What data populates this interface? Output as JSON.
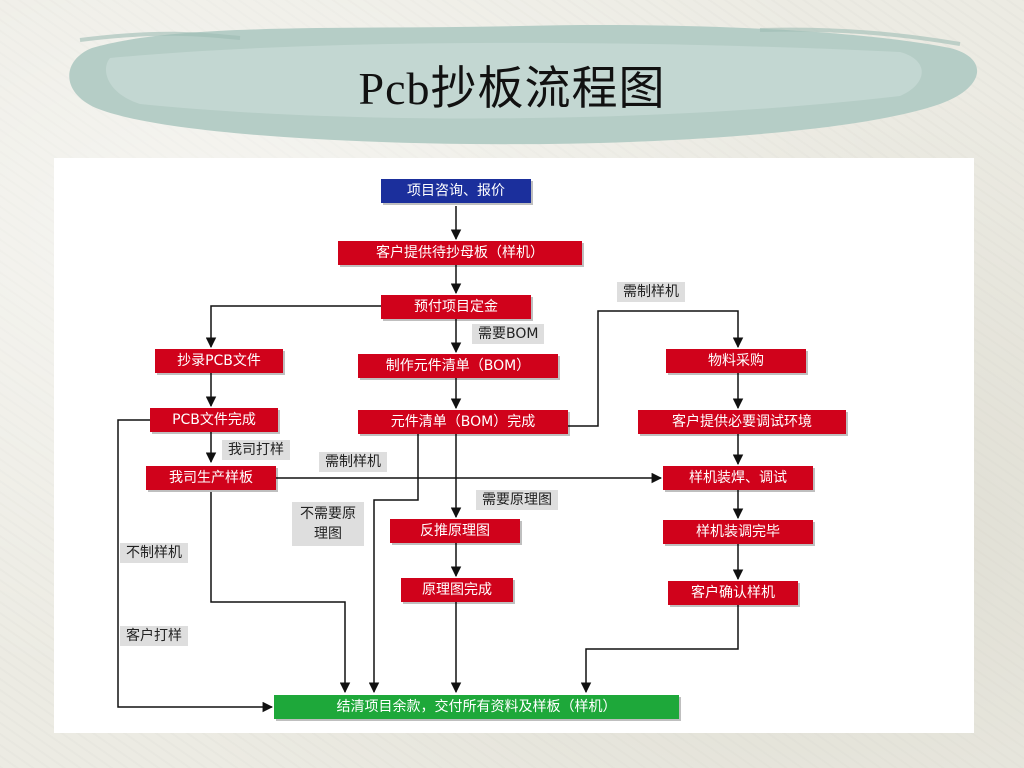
{
  "slide": {
    "title": "Pcb抄板流程图"
  },
  "flow": {
    "nodes": {
      "consult": "项目咨询、报价",
      "provide_board": "客户提供待抄母板（样机）",
      "deposit": "预付项目定金",
      "copy_pcb": "抄录PCB文件",
      "make_bom": "制作元件清单（BOM）",
      "purchase": "物料采购",
      "pcb_done": "PCB文件完成",
      "bom_done": "元件清单（BOM）完成",
      "env": "客户提供必要调试环境",
      "produce": "我司生产样板",
      "solder": "样机装焊、调试",
      "reverse": "反推原理图",
      "assemble_done": "样机装调完毕",
      "schematic_done": "原理图完成",
      "confirm": "客户确认样机",
      "settle": "结清项目余款，交付所有资料及样板（样机）"
    },
    "labels": {
      "need_sample_top": "需制样机",
      "need_bom": "需要BOM",
      "we_sample": "我司打样",
      "need_sample_mid": "需制样机",
      "need_schematic": "需要原理图",
      "no_schematic": "不需要原理图",
      "no_sample": "不制样机",
      "client_sample": "客户打样"
    },
    "colors": {
      "process": "#d0021b",
      "start": "#1b2f9c",
      "end": "#1ea83a"
    }
  }
}
